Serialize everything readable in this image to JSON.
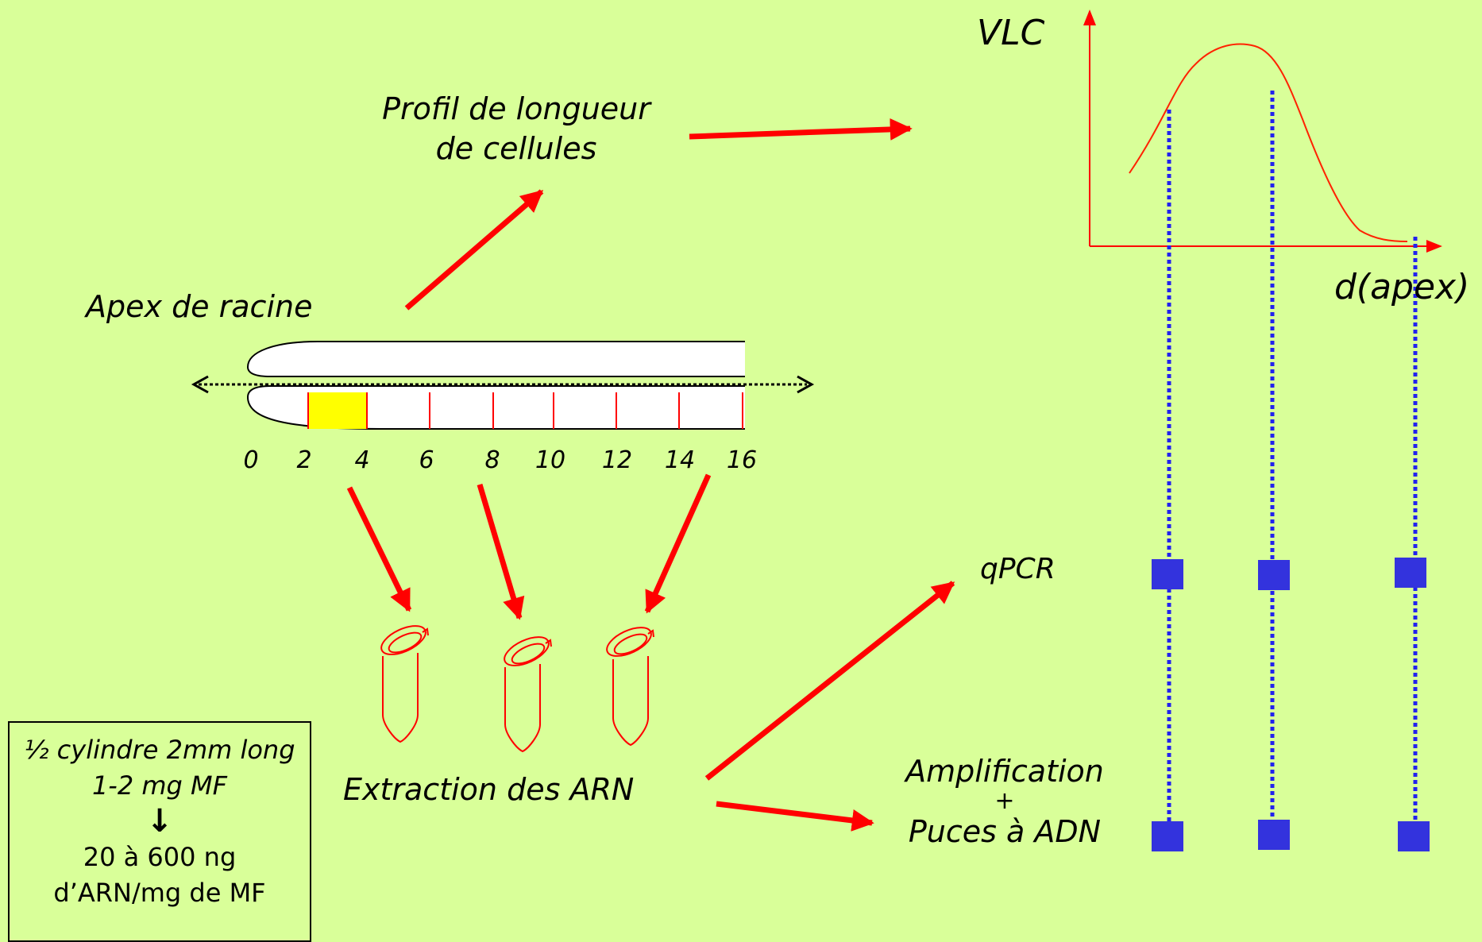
{
  "labels": {
    "profile_line1": "Profil de longueur",
    "profile_line2": "de cellules",
    "apex": "Apex de racine",
    "extraction": "Extraction des ARN",
    "qpcr": "qPCR",
    "amplification": "Amplification",
    "plus": "+",
    "chips": "Puces à ADN",
    "y_axis": "VLC",
    "x_axis": "d(apex)"
  },
  "root_ticks": [
    "0",
    "2",
    "4",
    "6",
    "8",
    "10",
    "12",
    "14",
    "16"
  ],
  "info_box": {
    "line1": "½ cylindre 2mm long",
    "line2": "1-2 mg MF",
    "arrow": "↓",
    "line3": "20 à 600 ng",
    "line4": "d’ARN/mg de MF"
  },
  "colors": {
    "background": "#d9ff99",
    "arrow": "#ff0000",
    "dotted_line": "#2222ee",
    "marker": "#3333dd",
    "highlight_segment": "#ffff00",
    "curve": "#ff2200"
  }
}
